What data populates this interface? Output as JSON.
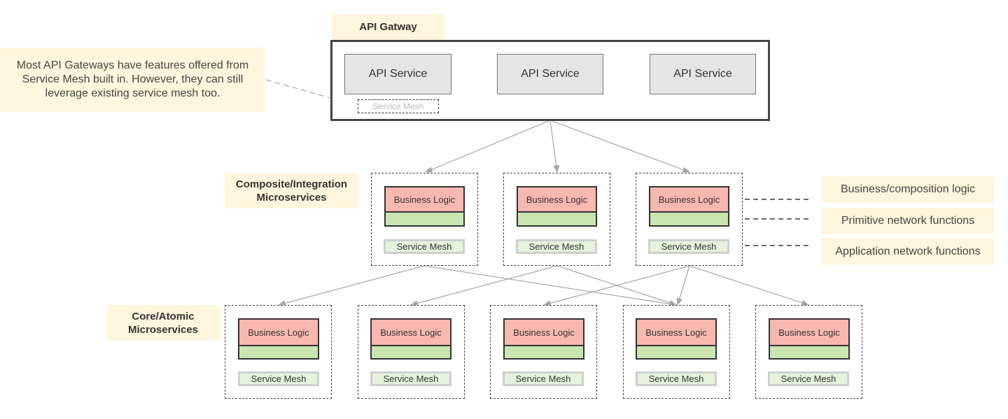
{
  "gateway": {
    "title": "API Gatway",
    "services": [
      "API Service",
      "API Service",
      "API Service"
    ],
    "mesh_label": "Service Mesh"
  },
  "note": {
    "text": "Most API Gateways have features offered from Service Mesh built in. However, they can still leverage existing service mesh too."
  },
  "composite": {
    "title_line1": "Composite/Integration",
    "title_line2": "Microservices",
    "services": [
      {
        "logic": "Business Logic",
        "mesh": "Service Mesh"
      },
      {
        "logic": "Business Logic",
        "mesh": "Service Mesh"
      },
      {
        "logic": "Business Logic",
        "mesh": "Service Mesh"
      }
    ]
  },
  "core": {
    "title_line1": "Core/Atomic",
    "title_line2": "Microservices",
    "services": [
      {
        "logic": "Business Logic",
        "mesh": "Service Mesh"
      },
      {
        "logic": "Business Logic",
        "mesh": "Service Mesh"
      },
      {
        "logic": "Business Logic",
        "mesh": "Service Mesh"
      },
      {
        "logic": "Business Logic",
        "mesh": "Service Mesh"
      },
      {
        "logic": "Business Logic",
        "mesh": "Service Mesh"
      }
    ]
  },
  "legend": [
    {
      "label": "Business/composition logic"
    },
    {
      "label": "Primitive network functions"
    },
    {
      "label": "Application network functions"
    }
  ],
  "colors": {
    "label_background": "#fff6dd",
    "business_logic": "#f9b8af",
    "primitive_network": "#c9e6b0",
    "service_mesh": "#e7f2dc",
    "api_service": "#e5e5e5",
    "connector": "#a6a6a6"
  }
}
